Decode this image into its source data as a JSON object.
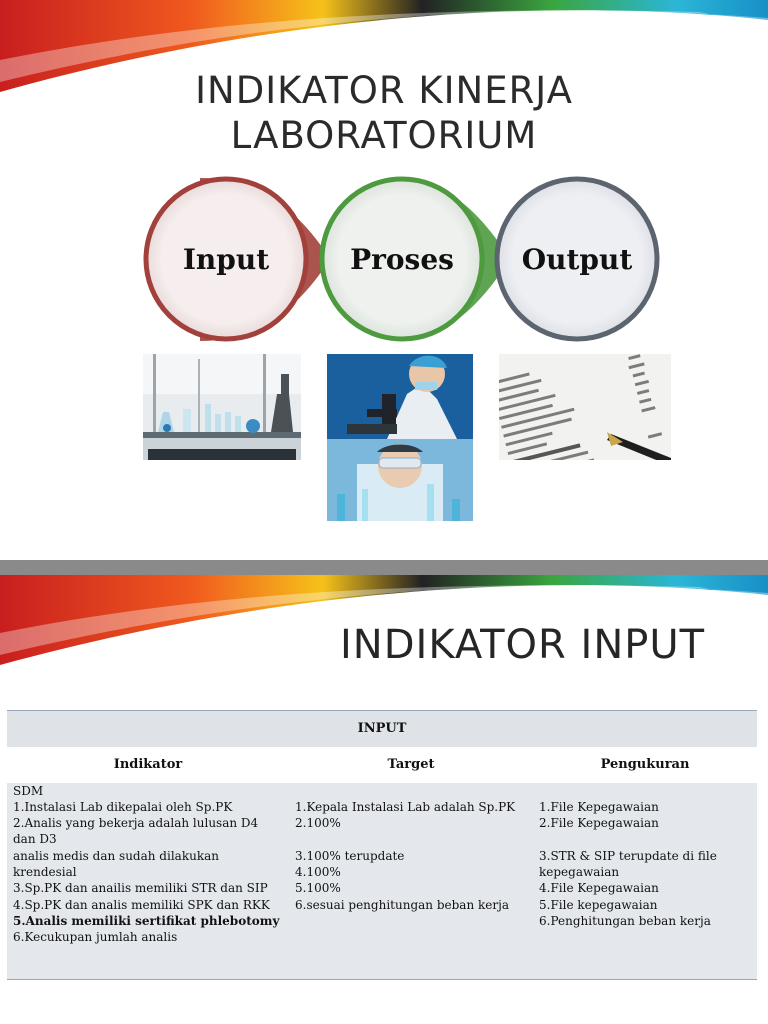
{
  "slide1": {
    "title_line1": "INDIKATOR KINERJA",
    "title_line2": "LABORATORIUM",
    "circles": [
      {
        "label": "Input",
        "color": "#a2413b"
      },
      {
        "label": "Proses",
        "color": "#4d9a3f"
      },
      {
        "label": "Output",
        "color": "#5c6470"
      }
    ],
    "photos": [
      "laboratory-glassware-photo",
      "scientist-microscope-photo",
      "lab-report-photo"
    ]
  },
  "slide2": {
    "title": "INDIKATOR INPUT",
    "table": {
      "caption": "INPUT",
      "headers": [
        "Indikator",
        "Target",
        "Pengukuran"
      ],
      "indikator": [
        "SDM",
        "1.Instalasi Lab dikepalai oleh Sp.PK",
        "2.Analis yang bekerja adalah lulusan D4 dan D3",
        "analis medis dan sudah dilakukan krendesial",
        "3.Sp.PK dan anailis memiliki STR dan SIP",
        "4.Sp.PK dan analis memiliki SPK dan RKK",
        "5.Analis memiliki sertifikat phlebotomy",
        "6.Kecukupan jumlah analis"
      ],
      "target": [
        "",
        "1.Kepala Instalasi Lab adalah Sp.PK",
        "2.100%",
        "",
        "3.100% terupdate",
        "4.100%",
        "5.100%",
        "6.sesuai penghitungan beban kerja"
      ],
      "pengukuran": [
        "",
        "1.File Kepegawaian",
        "2.File Kepegawaian",
        "",
        "3.STR & SIP terupdate di file kepegawaian",
        "4.File Kepegawaian",
        "5.File kepegawaian",
        "6.Penghitungan beban kerja"
      ]
    }
  },
  "colors": {
    "table_header_bg": "#dfe3e8",
    "table_body_bg": "#e4e8ed",
    "border": "#9aa6b8"
  }
}
